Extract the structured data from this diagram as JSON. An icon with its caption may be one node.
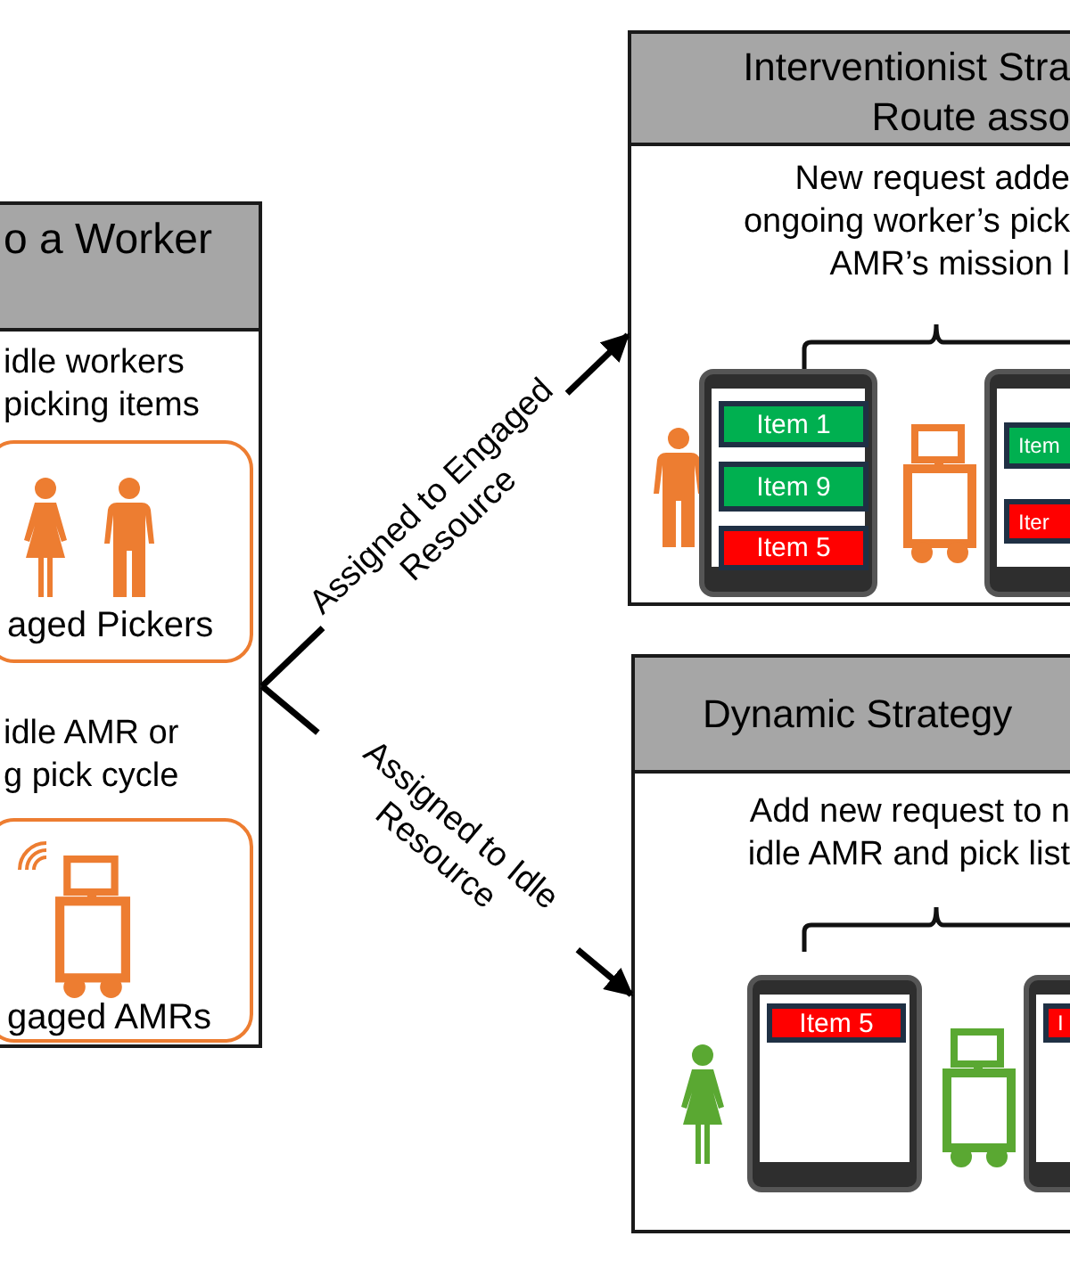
{
  "diagram": {
    "nodes": [
      {
        "text": [
          "o a Worker",
          "idle workers picking items",
          "idle AMR or g pick cycle"
        ]
      },
      {
        "text": [
          "aged Pickers"
        ],
        "in": 0
      },
      {
        "text": [
          "gaged AMRs"
        ],
        "in": 0
      },
      {
        "text": [
          "Interventionist Stra Route asso",
          "New request adde ongoing worker’s pick AMR’s mission l"
        ]
      },
      {
        "text": [],
        "shape": "picture",
        "in": 3
      },
      {
        "text": [
          "Item 1"
        ],
        "in": 4
      },
      {
        "text": [
          "Item 9"
        ],
        "in": 4
      },
      {
        "text": [
          "Item 5"
        ],
        "in": 4
      },
      {
        "text": [],
        "shape": "picture",
        "in": 3
      },
      {
        "text": [
          "Item"
        ],
        "in": 8
      },
      {
        "text": [
          "Iter"
        ],
        "in": 8
      },
      {
        "text": [
          "Dynamic Strategy",
          "Add new request to n idle AMR and pick list"
        ]
      },
      {
        "text": [],
        "shape": "picture",
        "in": 11
      },
      {
        "text": [
          "Item 5"
        ],
        "in": 12
      },
      {
        "text": [],
        "shape": "picture",
        "in": 11
      },
      {
        "text": [
          "I"
        ],
        "in": 14
      }
    ],
    "edges": [
      {
        "from": 0,
        "to": 3,
        "arrow": "to",
        "label": "Assigned to Engaged Resource"
      },
      {
        "from": 0,
        "to": 11,
        "arrow": "to",
        "label": "Assigned to Idle Resource"
      }
    ]
  }
}
